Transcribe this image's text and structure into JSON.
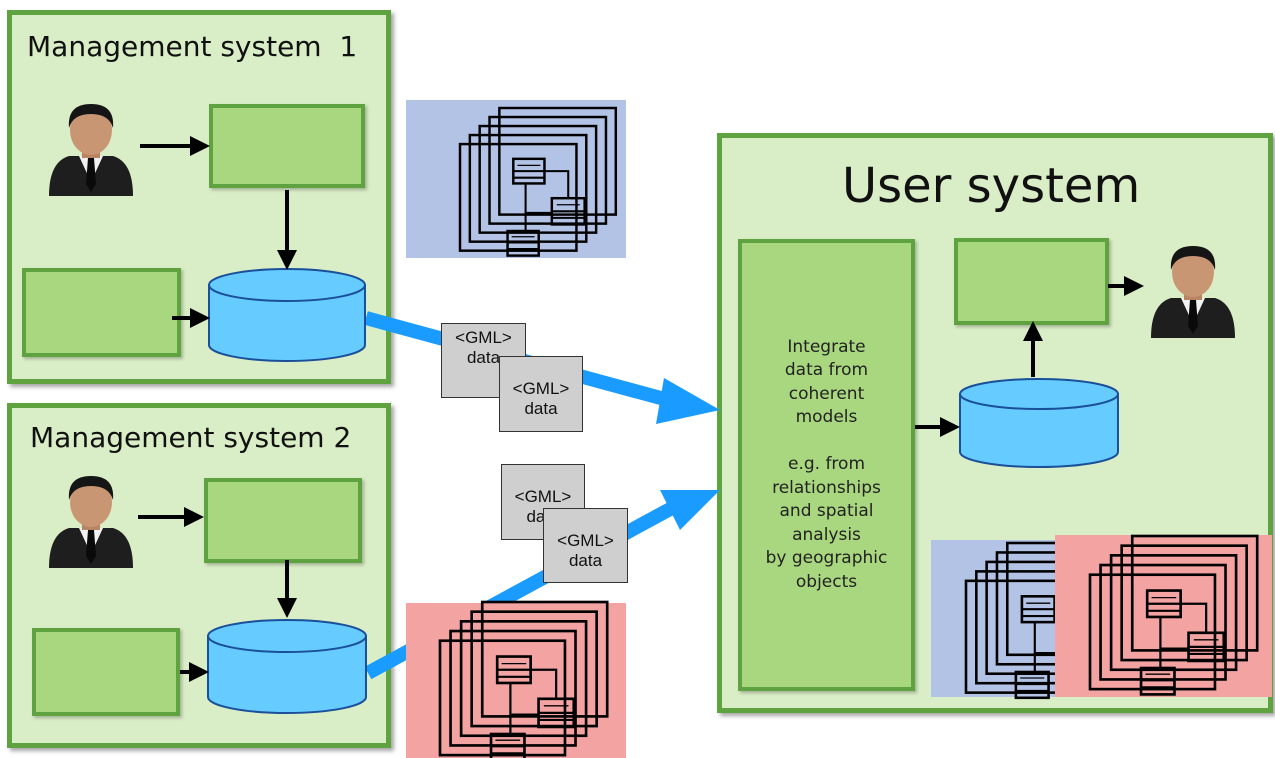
{
  "management_system_1": {
    "title": "Management system  1"
  },
  "management_system_2": {
    "title": "Management system 2"
  },
  "user_system": {
    "title": "User system",
    "integrate_text": "Integrate\ndata from\ncoherent\nmodels\n\ne.g. from\nrelationships\nand spatial\nanalysis\nby geographic\nobjects"
  },
  "gml_packets": [
    {
      "tag": "<GML>",
      "label": "data"
    },
    {
      "tag": "<GML>",
      "label": "data"
    },
    {
      "tag": "<GML>",
      "label": "data"
    },
    {
      "tag": "<GML>",
      "label": "data"
    }
  ],
  "colors": {
    "panel_fill": "#d9edc6",
    "panel_border": "#5fa341",
    "box_fill": "#a9d77f",
    "database_fill": "#66ccff",
    "flow_arrow": "#1a9bff",
    "model_blue": "#b3c3e6",
    "model_red": "#f4a3a3"
  }
}
